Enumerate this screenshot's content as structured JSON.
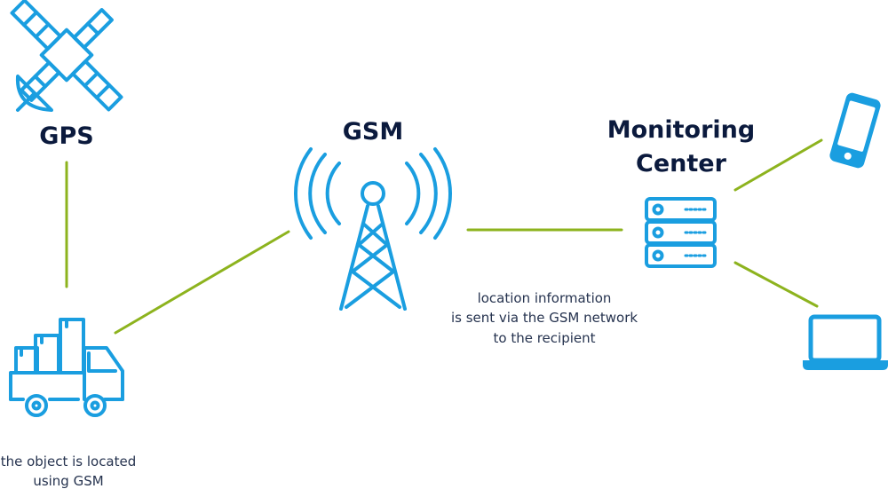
{
  "labels": {
    "gps": "GPS",
    "gsm": "GSM",
    "monitoring_line1": "Monitoring",
    "monitoring_line2": "Center"
  },
  "captions": {
    "object_line1": "the object is located",
    "object_line2": "using GSM",
    "info_line1": "location information",
    "info_line2": "is sent via the GSM network",
    "info_line3": "to the recipient"
  },
  "icons": {
    "satellite": "satellite-icon",
    "tower": "cell-tower-icon",
    "truck": "delivery-truck-icon",
    "server": "server-icon",
    "phone": "smartphone-icon",
    "laptop": "laptop-icon"
  },
  "colors": {
    "icon_blue": "#1a9ee0",
    "connector_green": "#8db31e",
    "label_navy": "#0b1a3d"
  }
}
